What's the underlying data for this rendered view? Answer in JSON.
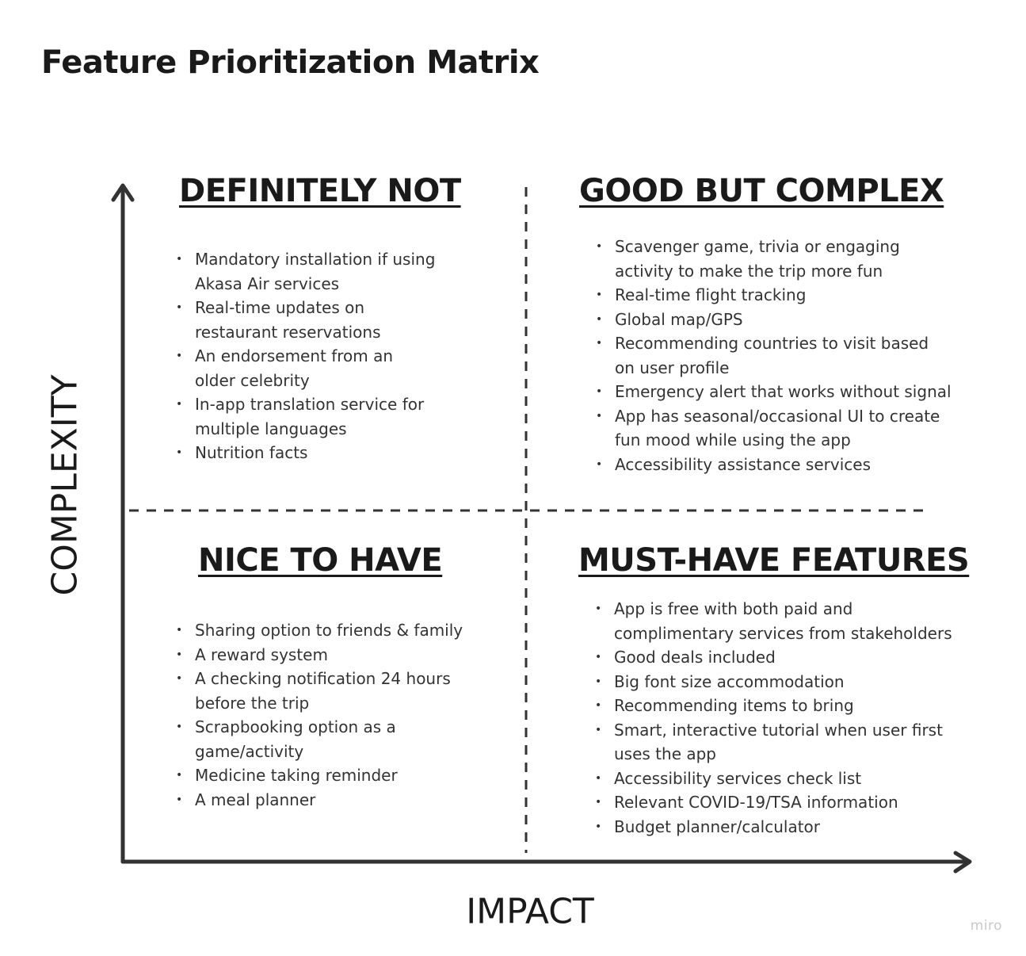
{
  "title": "Feature Prioritization Matrix",
  "axes": {
    "y_label": "COMPLEXITY",
    "x_label": "IMPACT"
  },
  "quadrants": {
    "top_left": {
      "heading": "DEFINITELY NOT",
      "items": [
        "Mandatory installation if using Akasa Air services",
        "Real-time updates on restaurant reservations",
        "An endorsement from an older celebrity",
        "In-app translation service for multiple languages",
        "Nutrition facts"
      ]
    },
    "top_right": {
      "heading": "GOOD BUT COMPLEX",
      "items": [
        "Scavenger game, trivia or engaging activity to make the trip more fun",
        "Real-time flight tracking",
        "Global map/GPS",
        "Recommending countries to visit based on user profile",
        "Emergency alert that works without signal",
        "App has seasonal/occasional UI to create fun mood while using the app",
        "Accessibility assistance services"
      ]
    },
    "bottom_left": {
      "heading": "NICE TO HAVE",
      "items": [
        "Sharing option to friends & family",
        "A reward system",
        "A checking notification 24 hours before the trip",
        "Scrapbooking option as a game/activity",
        "Medicine taking reminder",
        "A meal planner"
      ]
    },
    "bottom_right": {
      "heading": "MUST-HAVE FEATURES",
      "items": [
        "App is free with both paid and complimentary services from stakeholders",
        "Good deals included",
        "Big font size accommodation",
        "Recommending items to bring",
        "Smart, interactive tutorial when user first uses the app",
        "Accessibility services check list",
        "Relevant COVID-19/TSA information",
        "Budget planner/calculator"
      ]
    }
  },
  "watermark": "miro",
  "colors": {
    "ink": "#333333",
    "heading": "#1a1a1a",
    "watermark": "#c9c9c9"
  }
}
